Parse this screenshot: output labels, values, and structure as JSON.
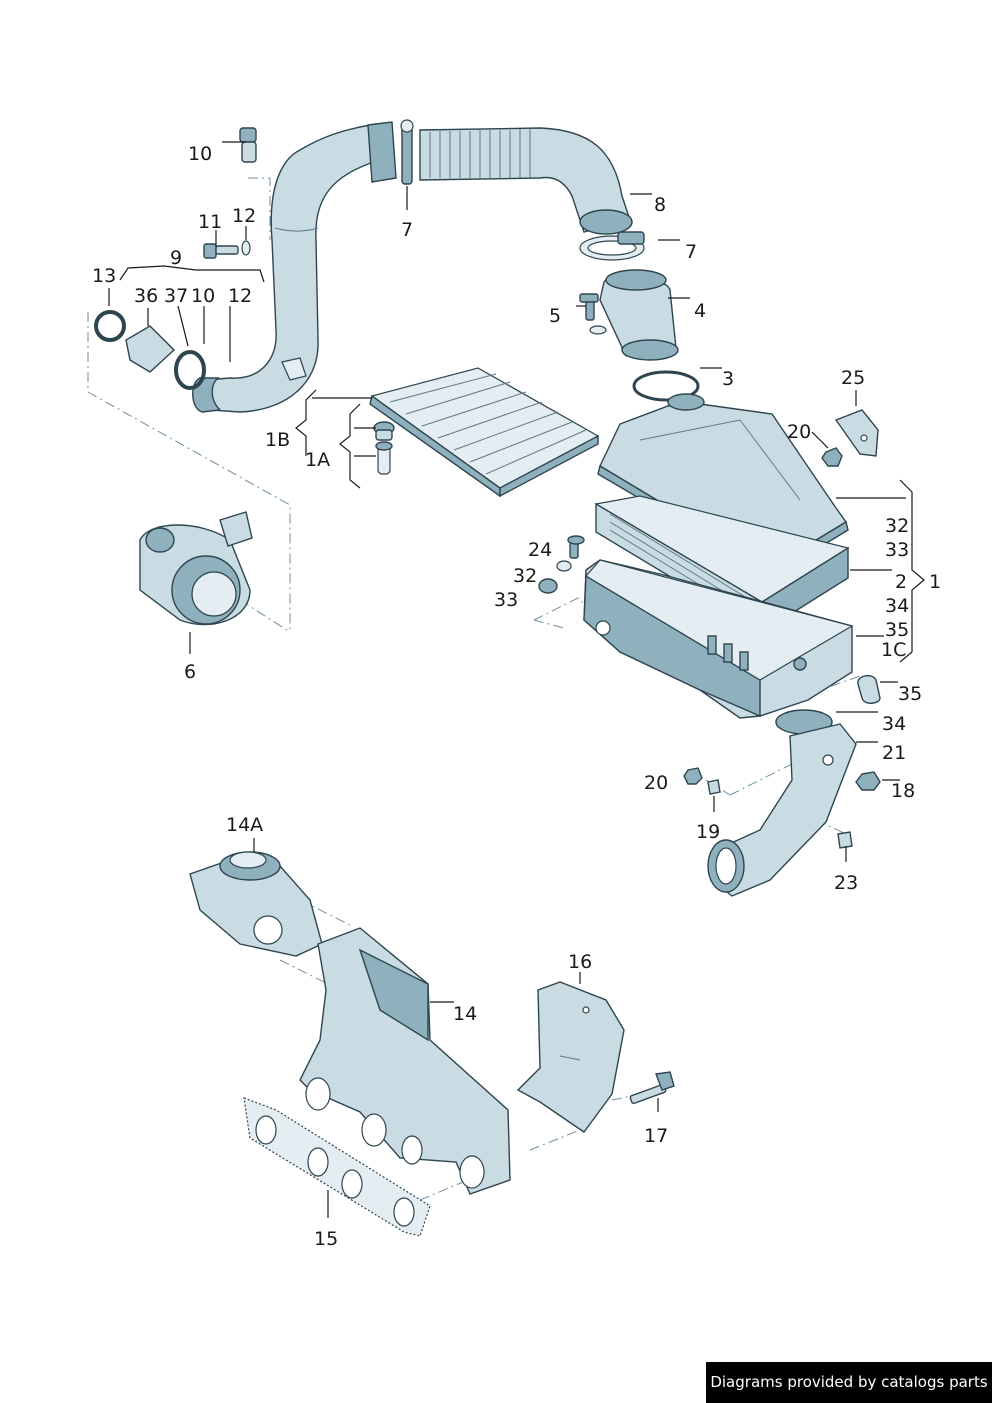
{
  "credit": "Diagrams provided by catalogs parts",
  "callouts": [
    {
      "name": "label-10-top",
      "text": "10"
    },
    {
      "name": "label-7-top",
      "text": "7"
    },
    {
      "name": "label-8",
      "text": "8"
    },
    {
      "name": "label-7-right",
      "text": "7"
    },
    {
      "name": "label-11",
      "text": "11"
    },
    {
      "name": "label-12-top",
      "text": "12"
    },
    {
      "name": "label-9",
      "text": "9"
    },
    {
      "name": "label-13",
      "text": "13"
    },
    {
      "name": "label-36",
      "text": "36"
    },
    {
      "name": "label-37",
      "text": "37"
    },
    {
      "name": "label-10-mid",
      "text": "10"
    },
    {
      "name": "label-12-mid",
      "text": "12"
    },
    {
      "name": "label-5",
      "text": "5"
    },
    {
      "name": "label-4",
      "text": "4"
    },
    {
      "name": "label-3",
      "text": "3"
    },
    {
      "name": "label-25",
      "text": "25"
    },
    {
      "name": "label-20-top",
      "text": "20"
    },
    {
      "name": "label-1b",
      "text": "1B"
    },
    {
      "name": "label-1a",
      "text": "1A"
    },
    {
      "name": "label-32-right",
      "text": "32"
    },
    {
      "name": "label-33-right",
      "text": "33"
    },
    {
      "name": "label-2",
      "text": "2"
    },
    {
      "name": "label-1",
      "text": "1"
    },
    {
      "name": "label-34-right",
      "text": "34"
    },
    {
      "name": "label-35-right",
      "text": "35"
    },
    {
      "name": "label-1c",
      "text": "1C"
    },
    {
      "name": "label-24",
      "text": "24"
    },
    {
      "name": "label-32-left",
      "text": "32"
    },
    {
      "name": "label-33-left",
      "text": "33"
    },
    {
      "name": "label-6",
      "text": "6"
    },
    {
      "name": "label-35-low",
      "text": "35"
    },
    {
      "name": "label-34-low",
      "text": "34"
    },
    {
      "name": "label-21",
      "text": "21"
    },
    {
      "name": "label-20-low",
      "text": "20"
    },
    {
      "name": "label-18",
      "text": "18"
    },
    {
      "name": "label-19",
      "text": "19"
    },
    {
      "name": "label-23",
      "text": "23"
    },
    {
      "name": "label-14a",
      "text": "14A"
    },
    {
      "name": "label-16",
      "text": "16"
    },
    {
      "name": "label-14",
      "text": "14"
    },
    {
      "name": "label-17",
      "text": "17"
    },
    {
      "name": "label-15",
      "text": "15"
    }
  ]
}
